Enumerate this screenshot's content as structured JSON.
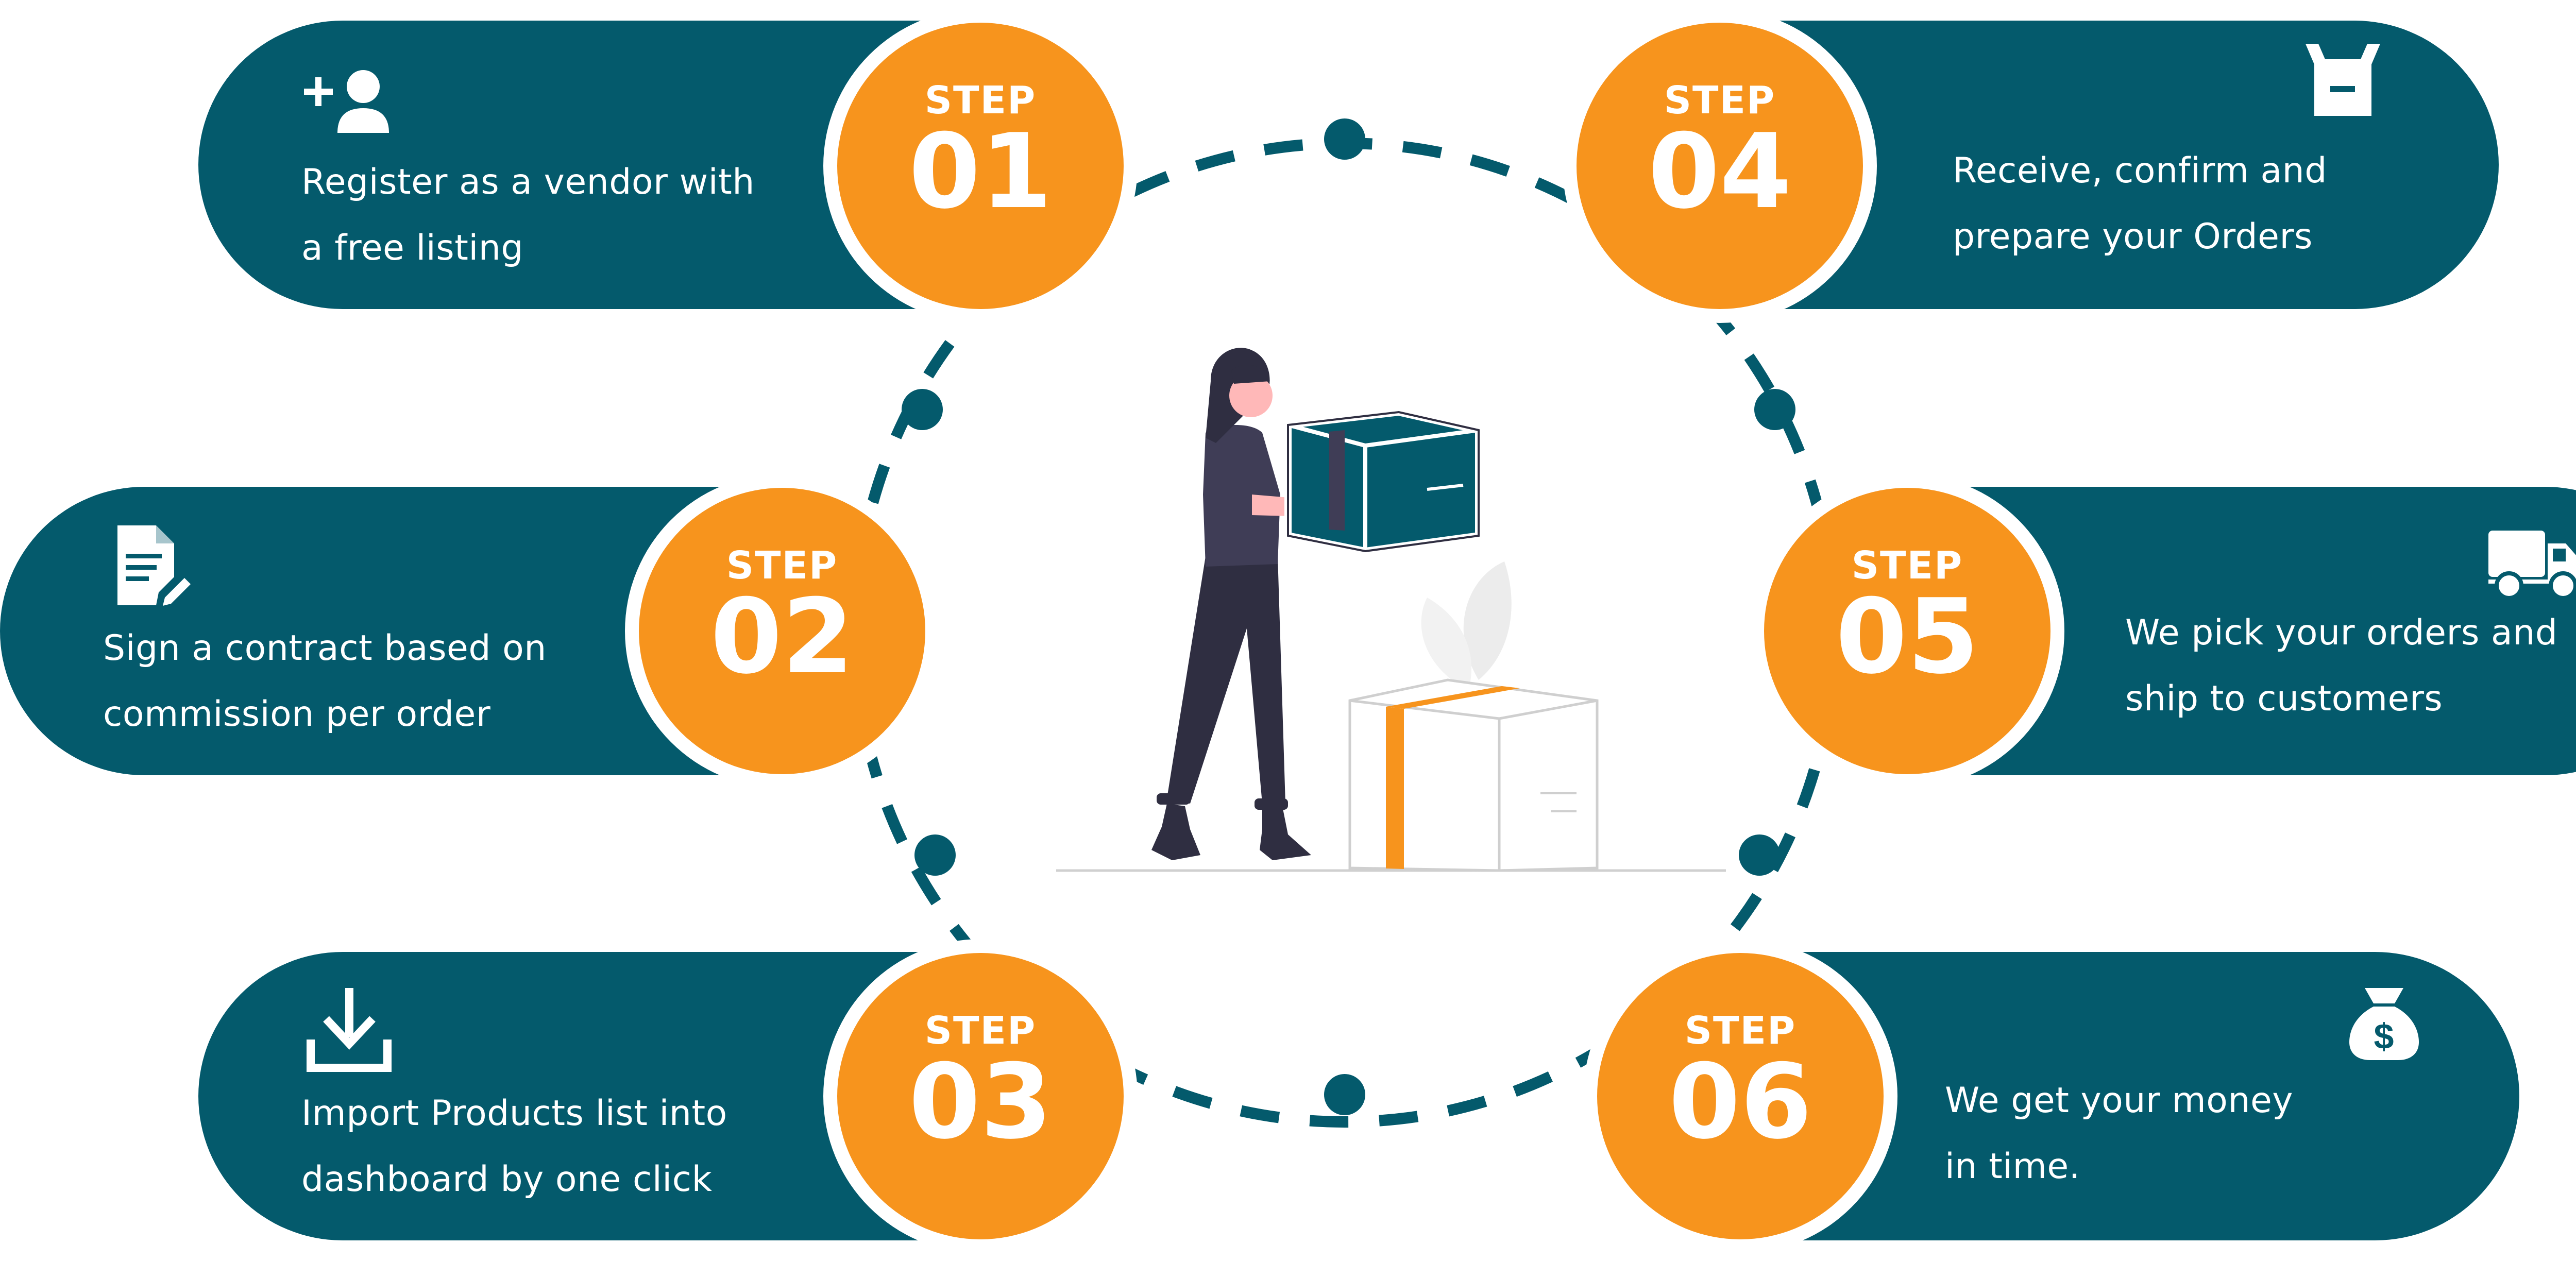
{
  "colors": {
    "teal": "#045a6c",
    "orange": "#f7941d",
    "white": "#ffffff",
    "dark": "#2f2e41"
  },
  "steps": [
    {
      "id": "01",
      "label": "STEP",
      "number": "01",
      "icon": "add-user-icon",
      "lines": [
        "Register as a vendor with",
        "a free listing"
      ]
    },
    {
      "id": "02",
      "label": "STEP",
      "number": "02",
      "icon": "contract-document-icon",
      "lines": [
        "Sign a contract  based on",
        "commission per order"
      ]
    },
    {
      "id": "03",
      "label": "STEP",
      "number": "03",
      "icon": "download-icon",
      "lines": [
        "Import Products list into",
        "dashboard by one click"
      ]
    },
    {
      "id": "04",
      "label": "STEP",
      "number": "04",
      "icon": "shopping-bag-icon",
      "lines": [
        "Receive, confirm and",
        "prepare your Orders"
      ]
    },
    {
      "id": "05",
      "label": "STEP",
      "number": "05",
      "icon": "delivery-truck-icon",
      "lines": [
        "We pick your orders and",
        "ship to customers"
      ]
    },
    {
      "id": "06",
      "label": "STEP",
      "number": "06",
      "icon": "money-bag-icon",
      "lines": [
        "We get your money",
        "in time."
      ]
    }
  ]
}
